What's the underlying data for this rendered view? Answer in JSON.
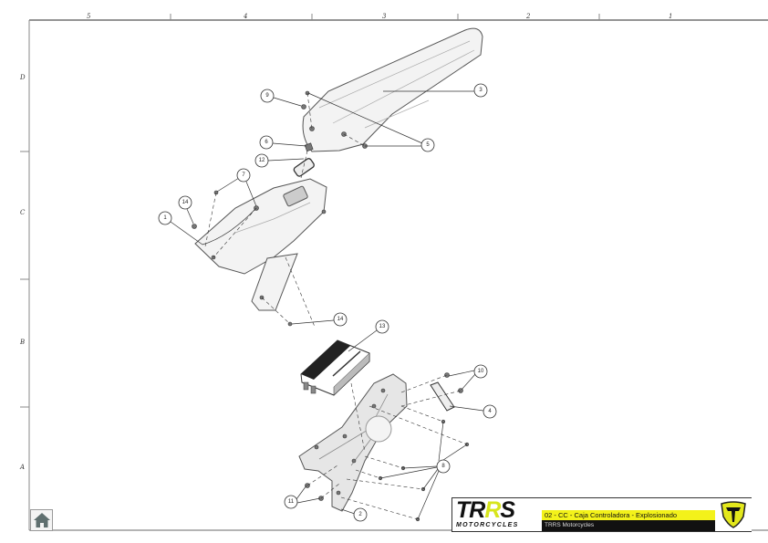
{
  "frame": {
    "columns": [
      "5",
      "4",
      "3",
      "2",
      "1"
    ],
    "rows": [
      "D",
      "C",
      "B",
      "A"
    ]
  },
  "callouts": {
    "c3": "3",
    "c9": "9",
    "c5": "5",
    "c6": "6",
    "c12": "12",
    "c7": "7",
    "c14a": "14",
    "c1": "1",
    "c14b": "14",
    "c13": "13",
    "c10": "10",
    "c4": "4",
    "c8": "8",
    "c11": "11",
    "c2": "2"
  },
  "title_block": {
    "logo_main": "TRRS",
    "logo_sub": "MOTORCYCLES",
    "title": "02 - CC - Caja Controladora - Explosionado",
    "company": "TRRS Motorcycles",
    "accent_color": "#f3f21a"
  },
  "home_button": {
    "icon": "home-icon"
  }
}
